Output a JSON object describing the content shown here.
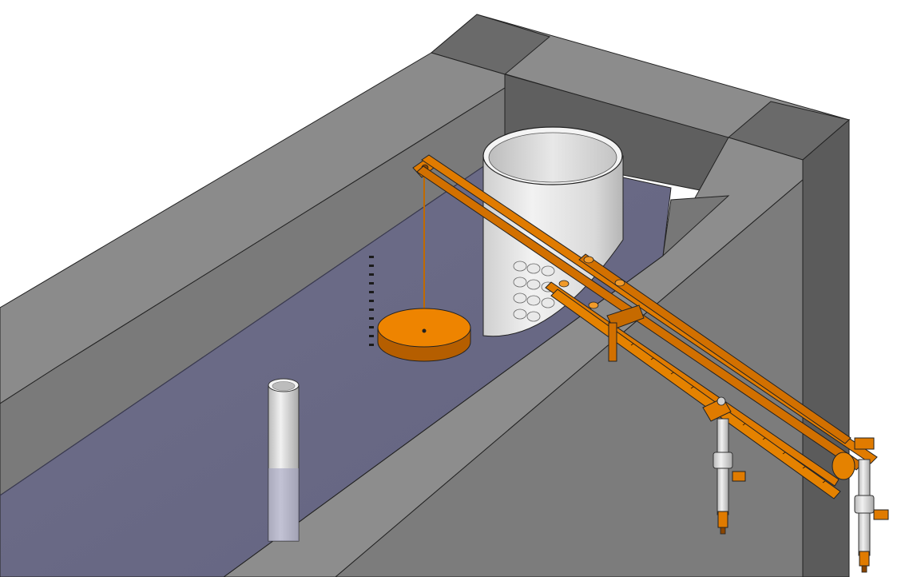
{
  "scene": {
    "components": [
      "concrete-tank",
      "water-channel",
      "intake-cylinder",
      "standpipe",
      "float-disc",
      "lever-arm-assembly",
      "graduated-scale",
      "valve-assembly-left",
      "valve-assembly-right"
    ]
  },
  "colors": {
    "concrete_top": "#8a8a8a",
    "concrete_face": "#7b7b7b",
    "concrete_dark": "#5e5e5e",
    "concrete_inner": "#656565",
    "water": "#6b6b86",
    "water_light": "#9a9ab8",
    "copper": "#e07b00",
    "copper_dark": "#9c4f00",
    "pipe": "#e3e3e3",
    "pipe_shadow": "#a9a9a9"
  }
}
